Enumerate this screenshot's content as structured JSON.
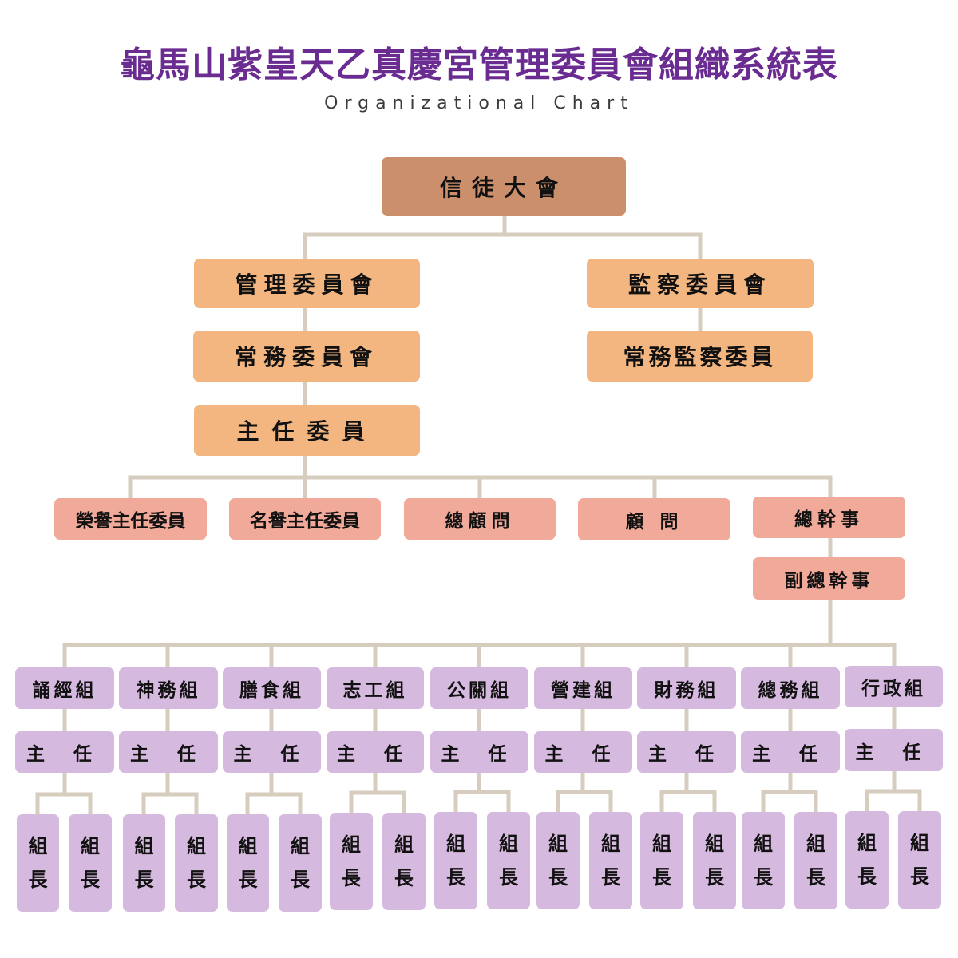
{
  "header": {
    "title": "龜馬山紫皇天乙真慶宮管理委員會組織系統表",
    "subtitle": "Organizational Chart"
  },
  "top": {
    "assembly": "信徒大會",
    "management_committee": "管理委員會",
    "supervisory_committee": "監察委員會",
    "standing_committee": "常務委員會",
    "standing_supervisor": "常務監察委員",
    "chief_committee": "主任委員"
  },
  "advisors": [
    "榮譽主任委員",
    "名譽主任委員",
    "總顧問",
    "顧 問",
    "總幹事"
  ],
  "deputy_secretary": "副總幹事",
  "groups": [
    {
      "name": "誦經組",
      "director": "主 任",
      "leaders": [
        "組長",
        "組長"
      ]
    },
    {
      "name": "神務組",
      "director": "主 任",
      "leaders": [
        "組長",
        "組長"
      ]
    },
    {
      "name": "膳食組",
      "director": "主 任",
      "leaders": [
        "組長",
        "組長"
      ]
    },
    {
      "name": "志工組",
      "director": "主 任",
      "leaders": [
        "組長",
        "組長"
      ]
    },
    {
      "name": "公關組",
      "director": "主 任",
      "leaders": [
        "組長",
        "組長"
      ]
    },
    {
      "name": "營建組",
      "director": "主 任",
      "leaders": [
        "組長",
        "組長"
      ]
    },
    {
      "name": "財務組",
      "director": "主 任",
      "leaders": [
        "組長",
        "組長"
      ]
    },
    {
      "name": "總務組",
      "director": "主 任",
      "leaders": [
        "組長",
        "組長"
      ]
    },
    {
      "name": "行政組",
      "director": "主 任",
      "leaders": [
        "組長",
        "組長"
      ]
    }
  ],
  "colors": {
    "title": "#6a2c91",
    "assembly": "#cc8f6c",
    "committee": "#f3b680",
    "advisor": "#f1aa9a",
    "group": "#d6b9de",
    "connector": "#d6cdbf"
  }
}
